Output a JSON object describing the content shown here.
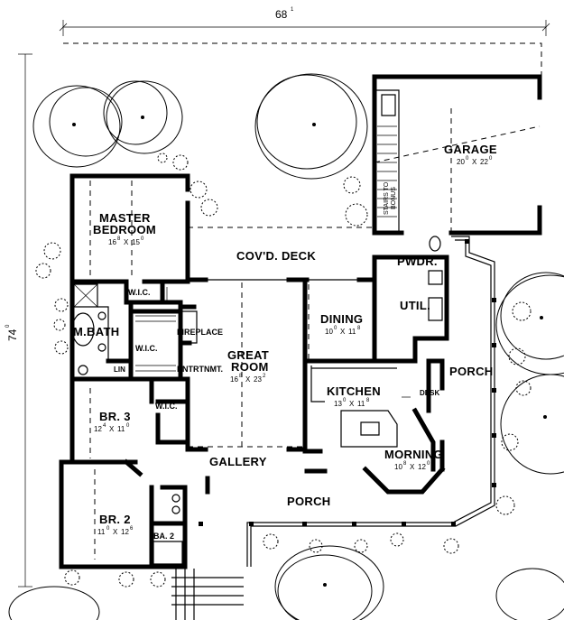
{
  "overall": {
    "width_main": "68",
    "width_sup": "1",
    "depth_main": "74",
    "depth_sup": "0"
  },
  "rooms": {
    "garage": {
      "name": "GARAGE",
      "d1": "20",
      "s1": "0",
      "d2": "22",
      "s2": "0"
    },
    "master_bedroom": {
      "name1": "MASTER",
      "name2": "BEDROOM",
      "d1": "16",
      "s1": "8",
      "d2": "15",
      "s2": "0"
    },
    "covd_deck": {
      "name": "COV'D. DECK"
    },
    "pwdr": {
      "name": "PWDR."
    },
    "util": {
      "name": "UTIL."
    },
    "dining": {
      "name": "DINING",
      "d1": "10",
      "s1": "0",
      "d2": "11",
      "s2": "8"
    },
    "great_room": {
      "name1": "GREAT",
      "name2": "ROOM",
      "d1": "16",
      "s1": "8",
      "d2": "23",
      "s2": "2"
    },
    "fireplace": {
      "name": "FIREPLACE"
    },
    "entrtnmt": {
      "name": "ENTRTNMT."
    },
    "m_bath": {
      "name": "M.BATH"
    },
    "wic_master_top": {
      "name": "W.I.C."
    },
    "wic_master": {
      "name": "W.I.C."
    },
    "lin": {
      "name": "LIN"
    },
    "kitchen": {
      "name": "KITCHEN",
      "d1": "13",
      "s1": "0",
      "d2": "11",
      "s2": "8"
    },
    "porch_east": {
      "name": "PORCH"
    },
    "desk": {
      "name": "DESK"
    },
    "br3": {
      "name": "BR. 3",
      "d1": "12",
      "s1": "4",
      "d2": "11",
      "s2": "0"
    },
    "wic_br3": {
      "name": "W.I.C."
    },
    "gallery": {
      "name": "GALLERY"
    },
    "morning": {
      "name": "MORNING",
      "d1": "10",
      "s1": "8",
      "d2": "12",
      "s2": "0"
    },
    "porch_front": {
      "name": "PORCH"
    },
    "br2": {
      "name": "BR. 2",
      "d1": "11",
      "s1": "0",
      "d2": "12",
      "s2": "6"
    },
    "ba2": {
      "name": "BA. 2"
    },
    "stairs": {
      "name1": "STAIRS TO",
      "name2": "BONUS"
    }
  },
  "dim_separator": "X"
}
